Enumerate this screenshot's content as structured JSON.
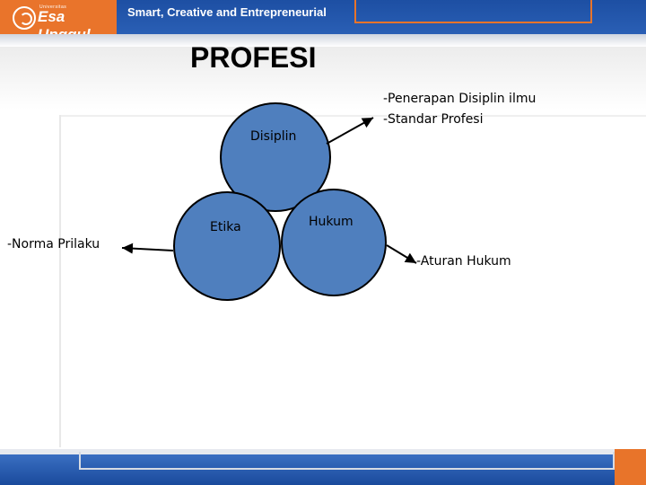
{
  "header": {
    "logo_small": "Universitas",
    "logo_text": "Esa Unggul",
    "tagline": "Smart, Creative and Entrepreneurial"
  },
  "slide": {
    "title": "PROFESI"
  },
  "diagram": {
    "circles": {
      "disiplin": "Disiplin",
      "etika": "Etika",
      "hukum": "Hukum"
    },
    "notes": {
      "norma": "-Norma Prilaku",
      "penerapan": "-Penerapan Disiplin ilmu",
      "standar": "-Standar Profesi",
      "aturan": "-Aturan Hukum"
    }
  },
  "colors": {
    "circle_fill": "#4f7fbe",
    "header_orange": "#e8742a",
    "header_blue": "#1d4fa3"
  }
}
